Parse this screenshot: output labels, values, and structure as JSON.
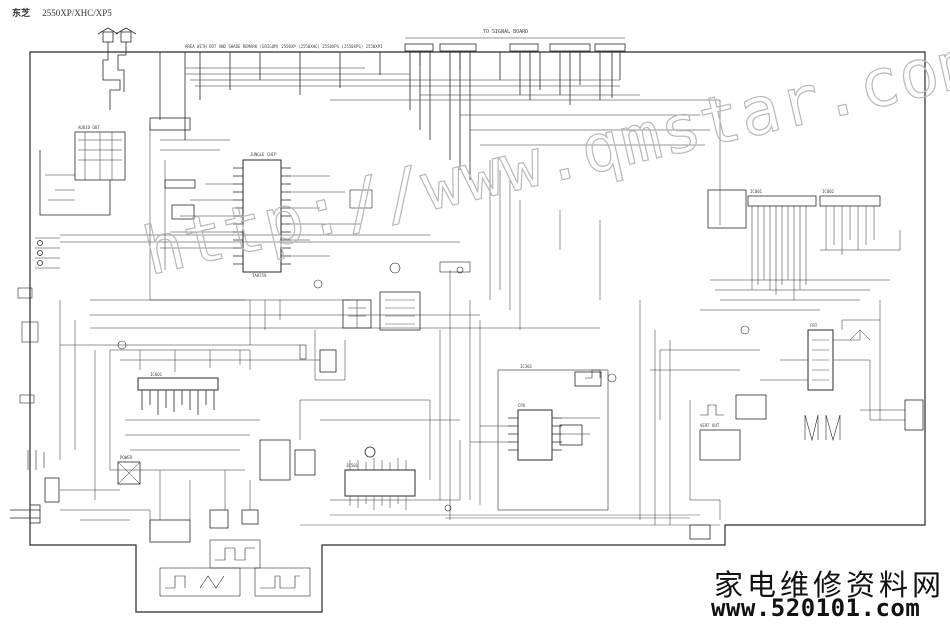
{
  "header": {
    "brand": "东芝",
    "model": "2550XP/XHC/XP5"
  },
  "watermark": {
    "url": "http://www.qmstar.com"
  },
  "labels": {
    "to_signal_board": "TO SIGNAL BOARD",
    "top_note": "AREA WITH DOT AND SHADE REMARK (ERIGUM) 2550XP (2550XHC) 2550XPS (2550XPS) 2550XP1",
    "module_audio": "AUDIO OUT",
    "module_audio_ic": "IC601",
    "module_jungle": "JUNGLE CHIP",
    "module_jungle_ic": "TA8759",
    "module_ic501": "IC501",
    "module_ic301": "IC301",
    "module_ic801": "IC801",
    "module_ic802": "IC802",
    "module_vertical": "VERT OUT",
    "module_power": "POWER",
    "module_fbt": "FBT",
    "module_cpu": "CPU"
  },
  "signature": {
    "cn": "家电维修资料网",
    "url": "www.520101.com"
  }
}
